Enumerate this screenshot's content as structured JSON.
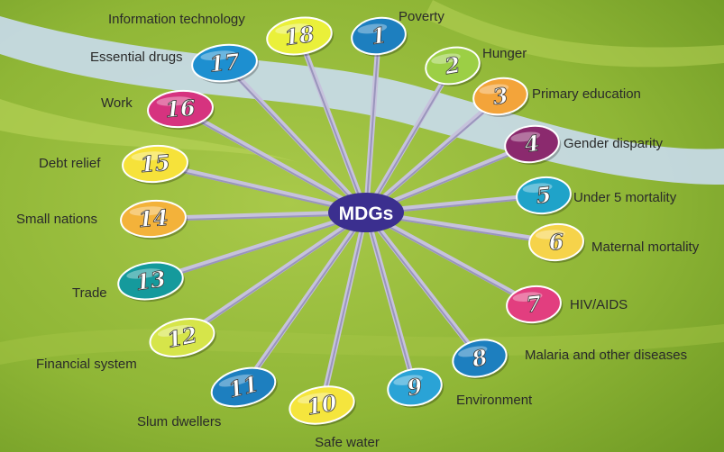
{
  "center": {
    "label": "MDGs"
  },
  "colors": {
    "background": "#8fb636",
    "band": "#c9dced",
    "hub": "#3b2f8f",
    "spoke": "#c6c2dc"
  },
  "goals": [
    {
      "number": "1",
      "label": "Poverty",
      "color": "#1d7fbf"
    },
    {
      "number": "2",
      "label": "Hunger",
      "color": "#9ccf45"
    },
    {
      "number": "3",
      "label": "Primary education",
      "color": "#f3a43a"
    },
    {
      "number": "4",
      "label": "Gender disparity",
      "color": "#8b2a6e"
    },
    {
      "number": "5",
      "label": "Under 5 mortality",
      "color": "#1fa3c9"
    },
    {
      "number": "6",
      "label": "Maternal mortality",
      "color": "#f6d34a"
    },
    {
      "number": "7",
      "label": "HIV/AIDS",
      "color": "#e23e7f"
    },
    {
      "number": "8",
      "label": "Malaria and other diseases",
      "color": "#1d7fbf"
    },
    {
      "number": "9",
      "label": "Environment",
      "color": "#2aa3d6"
    },
    {
      "number": "10",
      "label": "Safe water",
      "color": "#f5e53d"
    },
    {
      "number": "11",
      "label": "Slum dwellers",
      "color": "#1d7fbf"
    },
    {
      "number": "12",
      "label": "Financial system",
      "color": "#d6e54a"
    },
    {
      "number": "13",
      "label": "Trade",
      "color": "#159a9c"
    },
    {
      "number": "14",
      "label": "Small nations",
      "color": "#f3b23a"
    },
    {
      "number": "15",
      "label": "Debt relief",
      "color": "#f6e23a"
    },
    {
      "number": "16",
      "label": "Work",
      "color": "#d6337f"
    },
    {
      "number": "17",
      "label": "Essential drugs",
      "color": "#1d8fd0"
    },
    {
      "number": "18",
      "label": "Information technology",
      "color": "#eaf03a"
    }
  ]
}
